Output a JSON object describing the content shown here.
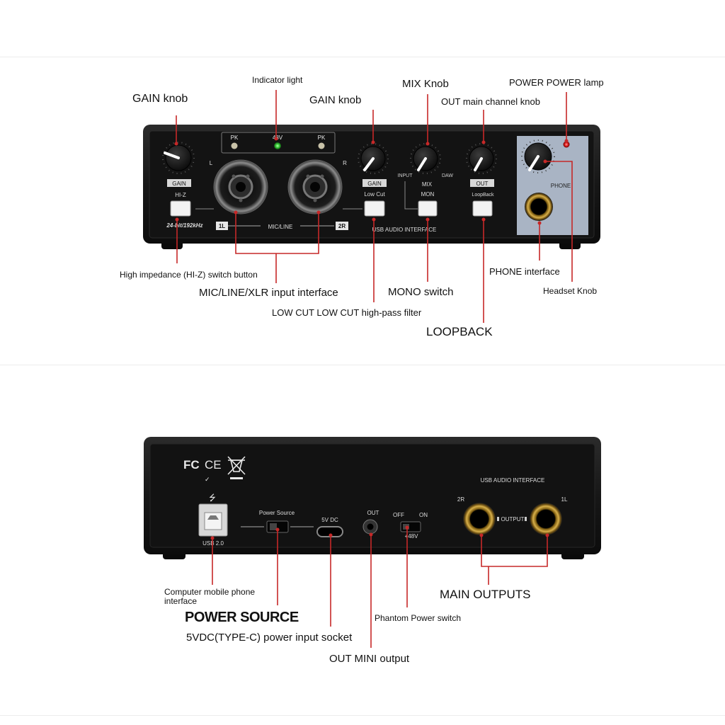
{
  "front": {
    "callouts": {
      "indicator_light": "Indicator light",
      "gain_knob_left": "GAIN knob",
      "gain_knob_right": "GAIN knob",
      "mix_knob": "MIX Knob",
      "out_knob": "OUT main channel knob",
      "power_lamp": "POWER POWER lamp",
      "hiz_switch": "High impedance (HI-Z) switch button",
      "mic_line_xlr": "MIC/LINE/XLR input interface",
      "low_cut": "LOW CUT LOW CUT high-pass filter",
      "mono_switch": "MONO switch",
      "loopback": "LOOPBACK",
      "phone_interface": "PHONE interface",
      "headset_knob": "Headset Knob"
    },
    "device_labels": {
      "pk_left": "PK",
      "v48": "48V",
      "pk_right": "PK",
      "gain_l": "GAIN",
      "ch_l": "L",
      "ch_r": "R",
      "hiz": "HI-Z",
      "spec": "24-bit/192kHz",
      "badge_1l": "1L",
      "mic_line": "MIC/LINE",
      "badge_2r": "2R",
      "gain_r": "GAIN",
      "low_cut": "Low Cut",
      "input": "INPUT",
      "mix": "MIX",
      "daw": "DAW",
      "mon": "MON",
      "out": "OUT",
      "loopback": "LoopBack",
      "usb_audio": "USB AUDIO INTERFACE",
      "phone": "PHONE"
    },
    "indicator_colors": {
      "pk": "#c8c2a8",
      "v48": "#3ecf3e",
      "power": "#e02020"
    }
  },
  "back": {
    "callouts": {
      "usb_port": "Computer mobile phone interface",
      "power_source": "POWER SOURCE",
      "type_c": "5VDC(TYPE-C) power input socket",
      "out_mini": "OUT MINI output",
      "phantom_switch": "Phantom Power switch",
      "main_outputs": "MAIN OUTPUTS"
    },
    "device_labels": {
      "usb20": "USB 2.0",
      "power_source": "Power Source",
      "dc5v": "5V DC",
      "out": "OUT",
      "off": "OFF",
      "on": "ON",
      "v48": "+48V",
      "usb_audio": "USB AUDIO INTERFACE",
      "ch2r": "2R",
      "output": "OUTPUT",
      "ch1l": "1L"
    }
  },
  "colors": {
    "callout_line": "#c62828",
    "device_body": "#161616",
    "phone_panel": "#a9b4c4"
  }
}
